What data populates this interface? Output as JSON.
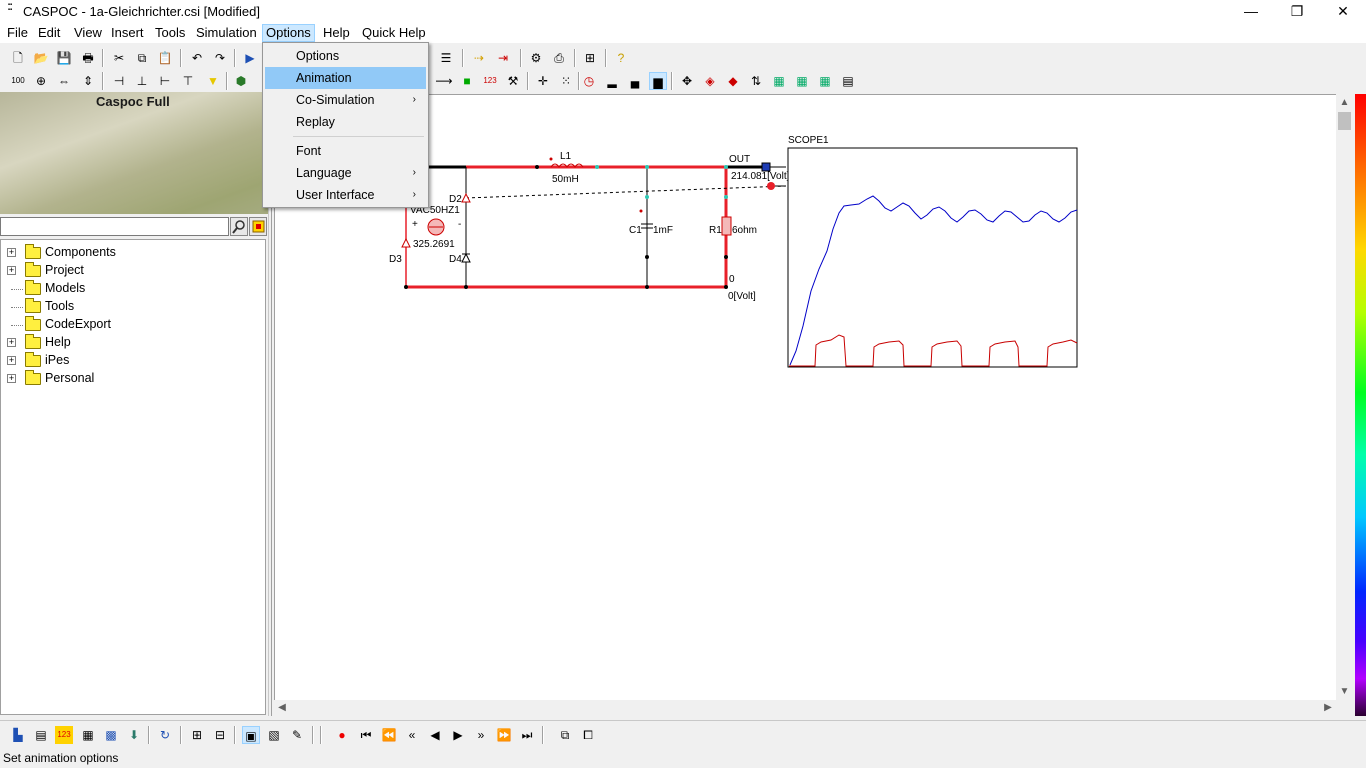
{
  "window": {
    "title": "CASPOC - 1a-Gleichrichter.csi [Modified]",
    "app_icon_text": "CASPOC",
    "minimize": "—",
    "restore": "❐",
    "close": "✕"
  },
  "menubar": {
    "items": [
      "File",
      "Edit",
      "View",
      "Insert",
      "Tools",
      "Simulation",
      "Options",
      "Help",
      "Quick Help"
    ]
  },
  "options_menu": {
    "items": [
      {
        "label": "Options",
        "submenu": false
      },
      {
        "label": "Animation",
        "submenu": false,
        "highlighted": true
      },
      {
        "label": "Co-Simulation",
        "submenu": true
      },
      {
        "label": "Replay",
        "submenu": false
      },
      {
        "label": "Font",
        "submenu": false
      },
      {
        "label": "Language",
        "submenu": true
      },
      {
        "label": "User Interface",
        "submenu": true
      }
    ],
    "submenu_arrow": "›"
  },
  "left_panel": {
    "banner_title": "Caspoc Full",
    "search_value": "",
    "tree": [
      {
        "label": "Components",
        "expandable": true
      },
      {
        "label": "Project",
        "expandable": true
      },
      {
        "label": "Models",
        "expandable": false
      },
      {
        "label": "Tools",
        "expandable": false
      },
      {
        "label": "CodeExport",
        "expandable": false
      },
      {
        "label": "Help",
        "expandable": true
      },
      {
        "label": "iPes",
        "expandable": true
      },
      {
        "label": "Personal",
        "expandable": true
      }
    ],
    "expander_symbol": "+"
  },
  "circuit": {
    "labels": {
      "l1": "L1",
      "l1_value": "50mH",
      "out": "OUT",
      "out_value": "214.081[Volt]",
      "scope": "SCOPE1",
      "d2": "D2",
      "source": "VAC50HZ1",
      "source_value": "325.2691",
      "d3": "D3",
      "d4": "D4",
      "c1": "C1",
      "c1_value": "1mF",
      "r1": "R1",
      "r1_value": "6ohm",
      "gnd_node": "0",
      "gnd_value": "0[Volt]"
    }
  },
  "statusbar": {
    "text": "Set animation options"
  },
  "colors": {
    "wire": "#e8202a",
    "scope_trace_1": "#0000c8",
    "scope_trace_2": "#c80000",
    "menu_highlight": "#91c9f7"
  }
}
